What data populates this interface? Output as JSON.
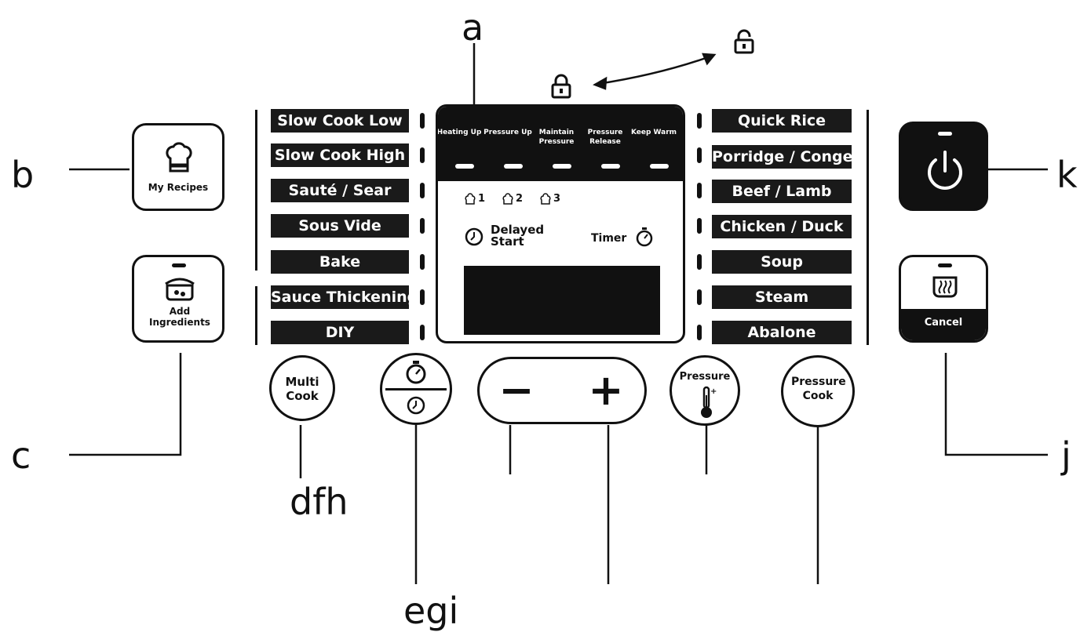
{
  "callouts": {
    "a": "a",
    "b": "b",
    "c": "c",
    "dfh": "dfh",
    "egi": "egi",
    "j": "j",
    "k": "k"
  },
  "programs_left": [
    "Slow Cook Low",
    "Slow Cook High",
    "Sauté / Sear",
    "Sous Vide",
    "Bake",
    "Sauce Thickening",
    "DIY"
  ],
  "programs_right": [
    "Quick Rice",
    "Porridge / Congee",
    "Beef / Lamb",
    "Chicken / Duck",
    "Soup",
    "Steam",
    "Abalone"
  ],
  "display": {
    "stages": [
      "Heating Up",
      "Pressure Up",
      "Maintain Pressure",
      "Pressure Release",
      "Keep Warm"
    ],
    "chef_levels": [
      "1",
      "2",
      "3"
    ],
    "delayed_start": "Delayed Start",
    "timer": "Timer"
  },
  "buttons": {
    "my_recipes": "My Recipes",
    "add_ingredients": "Add Ingredients",
    "multi_cook": "Multi Cook",
    "minus": "−",
    "plus": "+",
    "pressure": "Pressure",
    "pressure_cook": "Pressure Cook",
    "cancel": "Cancel"
  },
  "icons": {
    "lock": "lock-icon",
    "unlock": "unlock-icon",
    "chef_hat": "chef-hat-icon",
    "pot": "pot-icon",
    "power": "power-icon",
    "steam": "steam-icon",
    "stopwatch": "stopwatch-icon",
    "clock": "clock-icon",
    "thermometer": "thermometer-icon"
  },
  "colors": {
    "ink": "#111111",
    "background": "#ffffff"
  }
}
